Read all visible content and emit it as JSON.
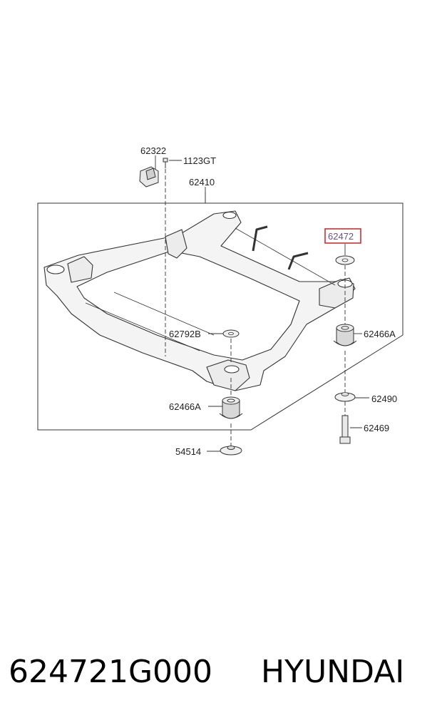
{
  "labels": {
    "bracket": "62322",
    "bolt_top": "1123GT",
    "subframe": "62410",
    "highlighted_part": "62472",
    "bushing_right": "62466A",
    "washer_mid": "62792B",
    "bushing_left": "62466A",
    "washer_right": "62490",
    "bolt_right": "62469",
    "washer_bottom": "54514"
  },
  "caption": {
    "part_number": "624721G000",
    "brand": "HYUNDAI"
  },
  "colors": {
    "highlight_box": "#cc2222",
    "line": "#333333"
  }
}
